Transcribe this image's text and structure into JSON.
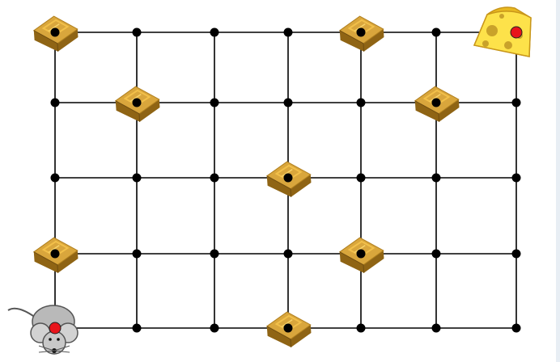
{
  "grid": {
    "columns": 7,
    "rows": 5
  },
  "mouse": {
    "name": "mouse",
    "node": [
      0,
      4
    ]
  },
  "cheese": {
    "name": "cheese",
    "node": [
      6,
      0
    ]
  },
  "traps": [
    {
      "name": "trap",
      "node": [
        0,
        0
      ]
    },
    {
      "name": "trap",
      "node": [
        4,
        0
      ]
    },
    {
      "name": "trap",
      "node": [
        1,
        1
      ]
    },
    {
      "name": "trap",
      "node": [
        5,
        1
      ]
    },
    {
      "name": "trap",
      "node": [
        3,
        2
      ]
    },
    {
      "name": "trap",
      "node": [
        0,
        3
      ]
    },
    {
      "name": "trap",
      "node": [
        4,
        3
      ]
    },
    {
      "name": "trap",
      "node": [
        3,
        4
      ]
    }
  ],
  "colors": {
    "line": "#000000",
    "node": "#000000",
    "endpoint": "#e8141b",
    "trap_top": "#d9a63c",
    "trap_side": "#8f6414",
    "cheese": "#fde24a",
    "mouse": "#b9b9b9"
  },
  "icons": {
    "trap": "mousetrap-icon",
    "cheese": "cheese-icon",
    "mouse": "mouse-icon"
  }
}
